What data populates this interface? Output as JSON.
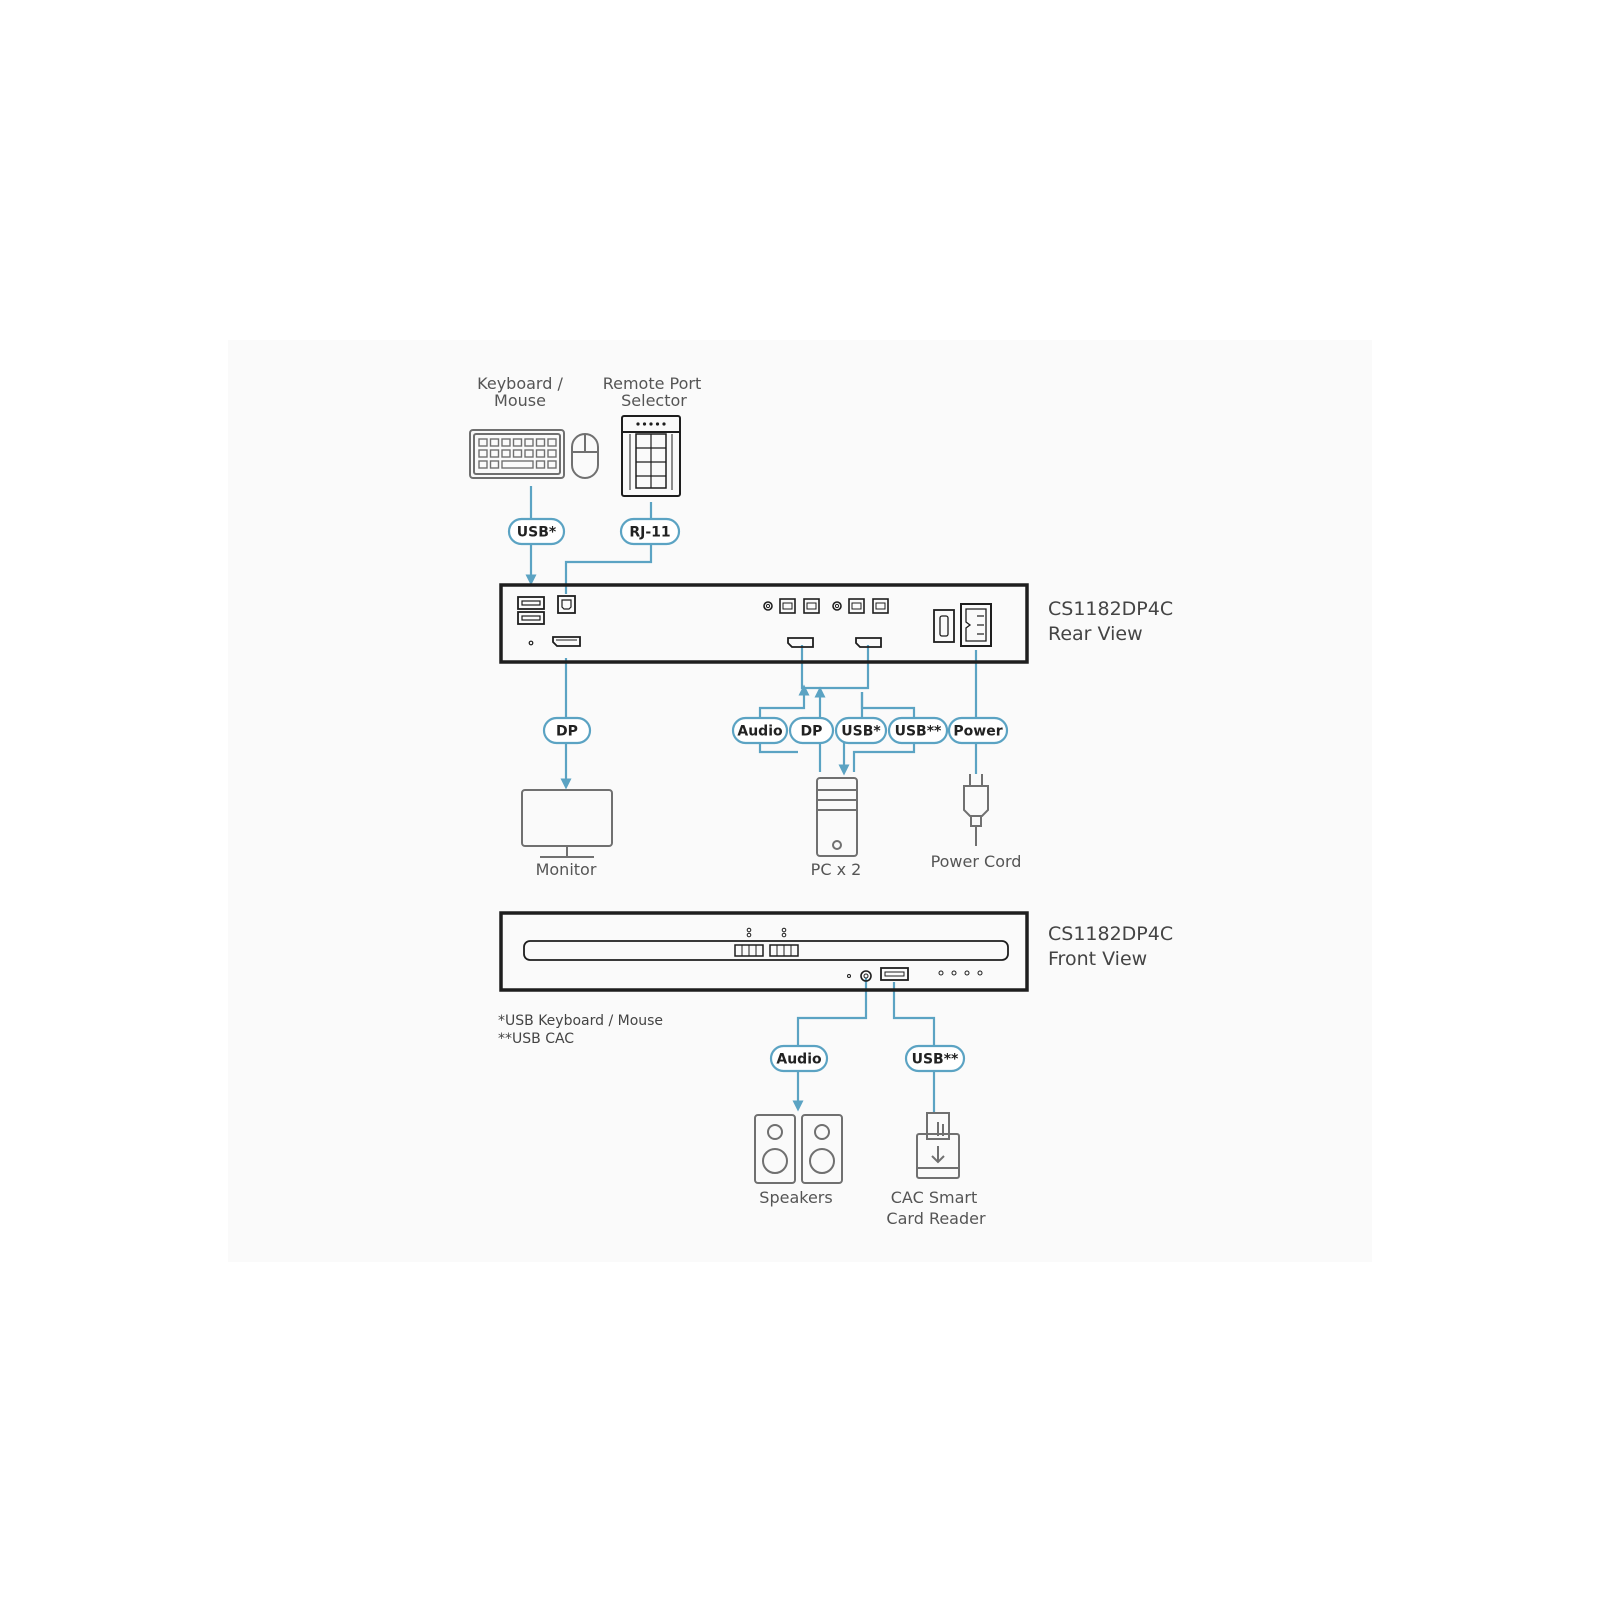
{
  "colors": {
    "background": "#ffffff",
    "panel": "#fafafa",
    "cable": "#5ba3c3",
    "device_stroke": "#1e1e1e",
    "icon_stroke": "#707070",
    "badge_stroke": "#5ba3c3",
    "text": "#444444"
  },
  "devices": {
    "keyboard_mouse": {
      "line1": "Keyboard /",
      "line2": "Mouse"
    },
    "remote_port_selector": {
      "line1": "Remote Port",
      "line2": "Selector"
    },
    "monitor": "Monitor",
    "pc": "PC x 2",
    "power_cord": "Power Cord",
    "speakers": "Speakers",
    "cac_reader": {
      "line1": "CAC Smart",
      "line2": "Card Reader"
    }
  },
  "units": {
    "rear": {
      "model": "CS1182DP4C",
      "view": "Rear View"
    },
    "front": {
      "model": "CS1182DP4C",
      "view": "Front View"
    }
  },
  "badges": {
    "kb_usb": "USB*",
    "rj11": "RJ-11",
    "dp_monitor": "DP",
    "pc_audio": "Audio",
    "pc_dp": "DP",
    "pc_usb": "USB*",
    "pc_usb_cac": "USB**",
    "power": "Power",
    "front_audio": "Audio",
    "front_usb_cac": "USB**"
  },
  "footnotes": {
    "note1": "*USB Keyboard / Mouse",
    "note2": "**USB CAC"
  }
}
